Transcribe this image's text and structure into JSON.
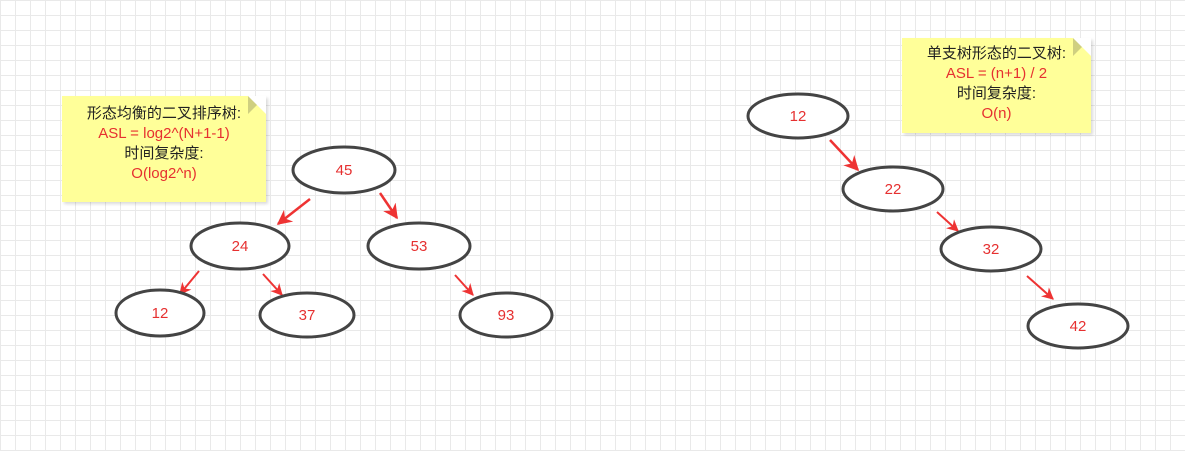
{
  "notes": {
    "balanced": {
      "title": "形态均衡的二叉排序树:",
      "asl": "ASL = log2^(N+1-1)",
      "complexity_label": "时间复杂度:",
      "complexity": "O(log2^n)"
    },
    "single": {
      "title": "单支树形态的二叉树:",
      "asl": "ASL = (n+1) / 2",
      "complexity_label": "时间复杂度:",
      "complexity": "O(n)"
    }
  },
  "trees": {
    "balanced": {
      "nodes": [
        "45",
        "24",
        "53",
        "12",
        "37",
        "93"
      ]
    },
    "single": {
      "nodes": [
        "12",
        "22",
        "32",
        "42"
      ]
    }
  },
  "colors": {
    "node_text": "#e63030",
    "arrow": "#ee3333",
    "node_stroke": "#444444",
    "note_fill": "#ffff99"
  }
}
